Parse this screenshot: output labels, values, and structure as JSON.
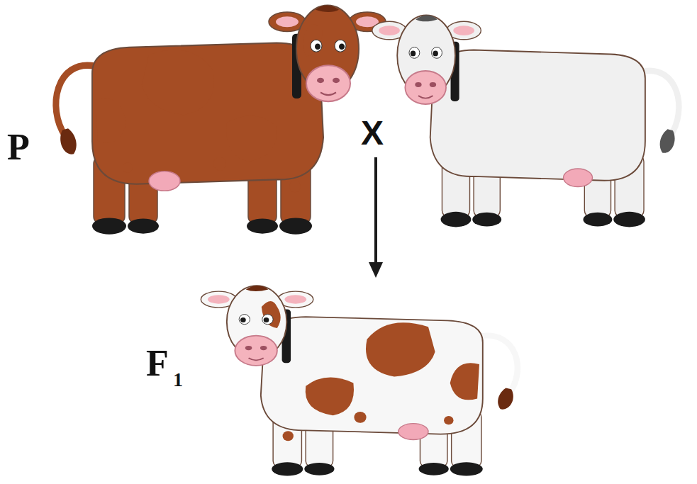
{
  "diagram": {
    "labels": [
      "P",
      "X",
      "F",
      "1"
    ]
  }
}
